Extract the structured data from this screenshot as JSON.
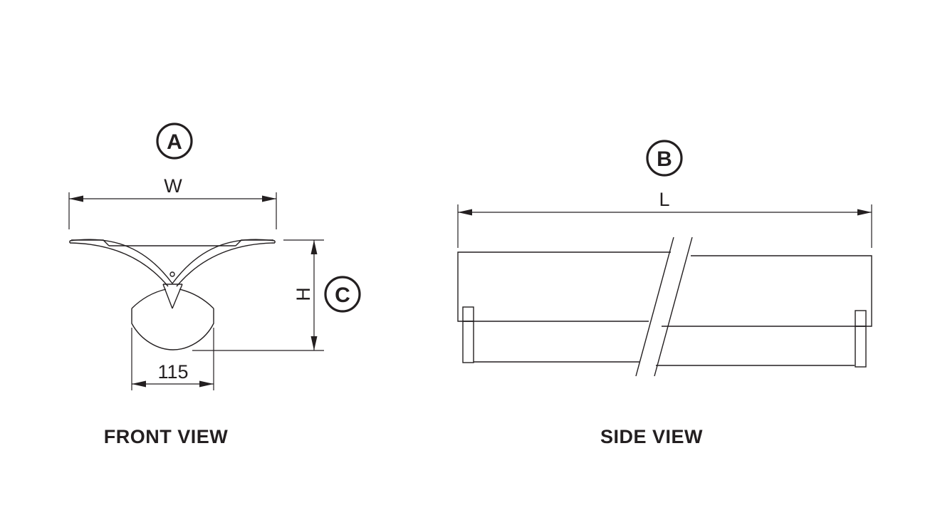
{
  "front_view": {
    "title": "FRONT  VIEW",
    "callout_width": "A",
    "callout_height": "C",
    "width_label": "W",
    "height_label": "H",
    "bottom_dimension": "115"
  },
  "side_view": {
    "title": "SIDE  VIEW",
    "callout_length": "B",
    "length_label": "L"
  },
  "colors": {
    "line": "#231f20",
    "background": "#ffffff"
  }
}
